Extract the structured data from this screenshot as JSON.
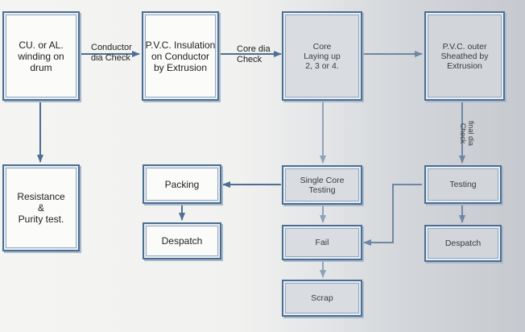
{
  "nodes": {
    "winding": "CU. or AL.\nwinding on\ndrum",
    "insulation": "P.V.C. Insulation\non Conductor\nby Extrusion",
    "core_laying": "Core\nLaying up\n2, 3 or 4.",
    "outer_sheath": "P.V.C. outer\nSheathed by\nExtrusion",
    "resistance": "Resistance\n&\nPurity test.",
    "packing": "Packing",
    "despatch_left": "Despatch",
    "single_core_testing": "Single Core\nTesting",
    "testing": "Testing",
    "fail": "Fail",
    "scrap": "Scrap",
    "despatch_right": "Despatch"
  },
  "edge_labels": {
    "conductor_check": "Conductor\ndia Check",
    "core_dia_check": "Core dia\nCheck",
    "final_dia_check": "final dia\nCheck"
  },
  "colors": {
    "box_border": "#4b6e92",
    "arrow_left": "#4d6f93",
    "arrow_mid": "#8ea3ba",
    "arrow_right": "#6e87a2"
  }
}
